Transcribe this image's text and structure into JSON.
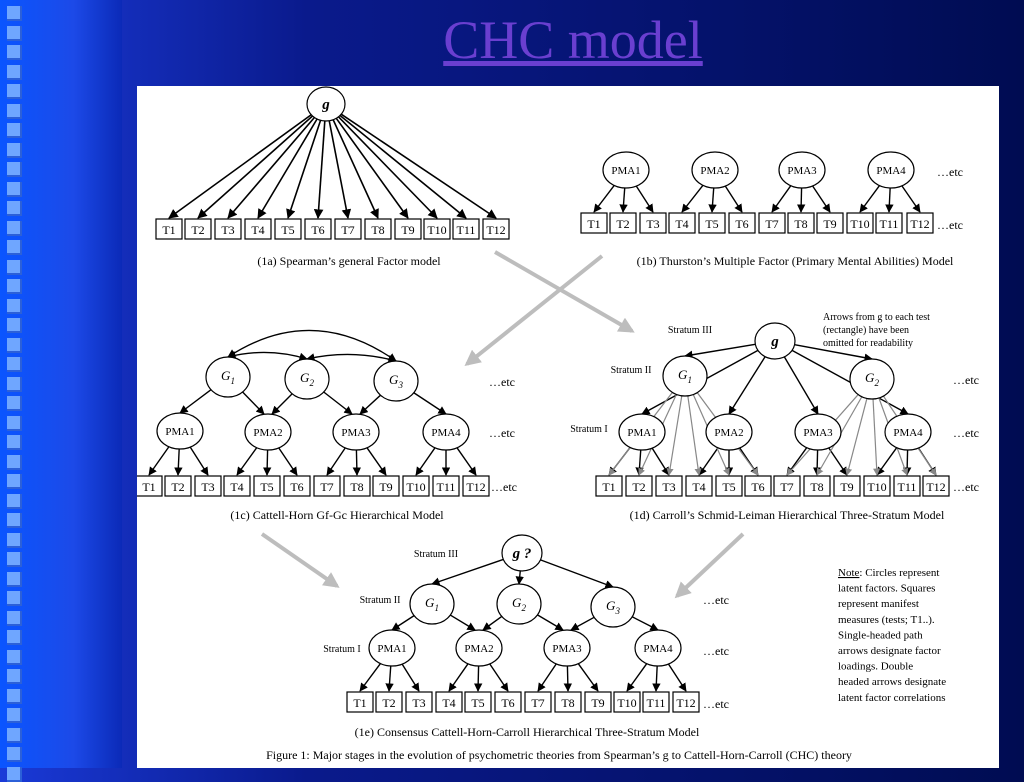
{
  "slide": {
    "title": "CHC model"
  },
  "colors": {
    "title": "#6a3fd0",
    "gray_arrow": "#bdbdbd"
  },
  "common": {
    "tests": [
      "T1",
      "T2",
      "T3",
      "T4",
      "T5",
      "T6",
      "T7",
      "T8",
      "T9",
      "T10",
      "T11",
      "T12"
    ],
    "pma": [
      "PMA1",
      "PMA2",
      "PMA3",
      "PMA4"
    ],
    "etc": "…etc",
    "stratum1": "Stratum I",
    "stratum2": "Stratum II",
    "stratum3": "Stratum III"
  },
  "panel_a": {
    "top_node": "g",
    "caption": "(1a) Spearman’s general Factor model"
  },
  "panel_b": {
    "caption": "(1b) Thurston’s Multiple Factor (Primary Mental Abilities) Model"
  },
  "panel_c": {
    "factors": [
      "G1",
      "G2",
      "G3"
    ],
    "caption": "(1c) Cattell-Horn Gf-Gc Hierarchical Model"
  },
  "panel_d": {
    "top_node": "g",
    "factors": [
      "G1",
      "G2"
    ],
    "note": [
      "Arrows from g to each test",
      "(rectangle) have been",
      "omitted for readability"
    ],
    "caption": "(1d) Carroll’s Schmid-Leiman Hierarchical Three-Stratum Model"
  },
  "panel_e": {
    "top_node": "g ?",
    "factors": [
      "G1",
      "G2",
      "G3"
    ],
    "caption": "(1e) Consensus Cattell-Horn-Carroll Hierarchical Three-Stratum Model"
  },
  "note_box": {
    "lines": [
      "Note: Circles represent",
      "latent factors. Squares",
      "represent manifest",
      "measures (tests; T1..).",
      "Single-headed path",
      "arrows designate factor",
      "loadings. Double",
      "headed arrows designate",
      "latent factor correlations"
    ]
  },
  "figure_caption": "Figure 1:  Major stages in the evolution of psychometric theories from Spearman’s g to Cattell-Horn-Carroll (CHC) theory"
}
